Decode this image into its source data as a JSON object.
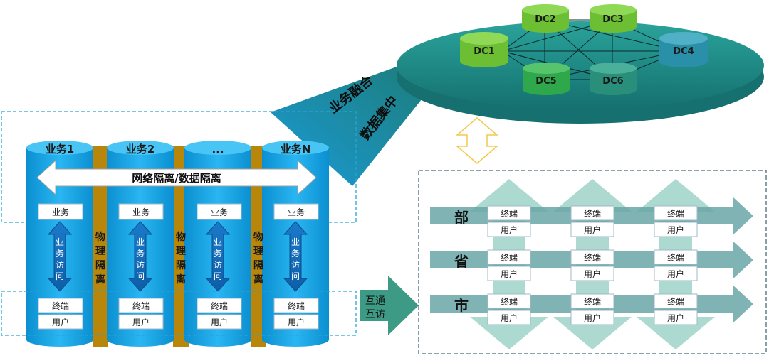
{
  "datacenters": [
    {
      "id": "dc1",
      "label": "DC1",
      "color": "#7fc943"
    },
    {
      "id": "dc2",
      "label": "DC2",
      "color": "#7fc943"
    },
    {
      "id": "dc3",
      "label": "DC3",
      "color": "#7fc943"
    },
    {
      "id": "dc4",
      "label": "DC4",
      "color": "#2a8fa8"
    },
    {
      "id": "dc5",
      "label": "DC5",
      "color": "#3db35a"
    },
    {
      "id": "dc6",
      "label": "DC6",
      "color": "#2a8f7a"
    }
  ],
  "banner": {
    "line1": "业务融合",
    "line2": "数据集中"
  },
  "columns": [
    {
      "title": "业务1",
      "service": "业务",
      "access": [
        "业",
        "务",
        "访",
        "问"
      ],
      "terminal": "终端",
      "user": "用户"
    },
    {
      "title": "业务2",
      "service": "业务",
      "access": [
        "业",
        "务",
        "访",
        "问"
      ],
      "terminal": "终端",
      "user": "用户"
    },
    {
      "title": "...",
      "service": "业务",
      "access": [
        "业",
        "务",
        "访",
        "问"
      ],
      "terminal": "终端",
      "user": "用户"
    },
    {
      "title": "业务N",
      "service": "业务",
      "access": [
        "业",
        "务",
        "访",
        "问"
      ],
      "terminal": "终端",
      "user": "用户"
    }
  ],
  "isolation_label": "网络隔离/数据隔离",
  "physical_isolation": [
    "物",
    "理",
    "隔",
    "离"
  ],
  "interop": {
    "line1": "互通",
    "line2": "互访"
  },
  "levels": [
    {
      "label": "部",
      "nodes": [
        {
          "terminal": "终端",
          "user": "用户"
        },
        {
          "terminal": "终端",
          "user": "用户"
        },
        {
          "terminal": "终端",
          "user": "用户"
        }
      ]
    },
    {
      "label": "省",
      "nodes": [
        {
          "terminal": "终端",
          "user": "用户"
        },
        {
          "terminal": "终端",
          "user": "用户"
        },
        {
          "terminal": "终端",
          "user": "用户"
        }
      ]
    },
    {
      "label": "市",
      "nodes": [
        {
          "terminal": "终端",
          "user": "用户"
        },
        {
          "terminal": "终端",
          "user": "用户"
        },
        {
          "terminal": "终端",
          "user": "用户"
        }
      ]
    }
  ],
  "colors": {
    "cylinder": "#1aa3e0",
    "cylinder_top": "#3cc0f0",
    "gold": "#b8860b",
    "platform": "#1d7d7a",
    "platform_top": "#2aa39b",
    "teal_arrow": "#3d9a85"
  }
}
